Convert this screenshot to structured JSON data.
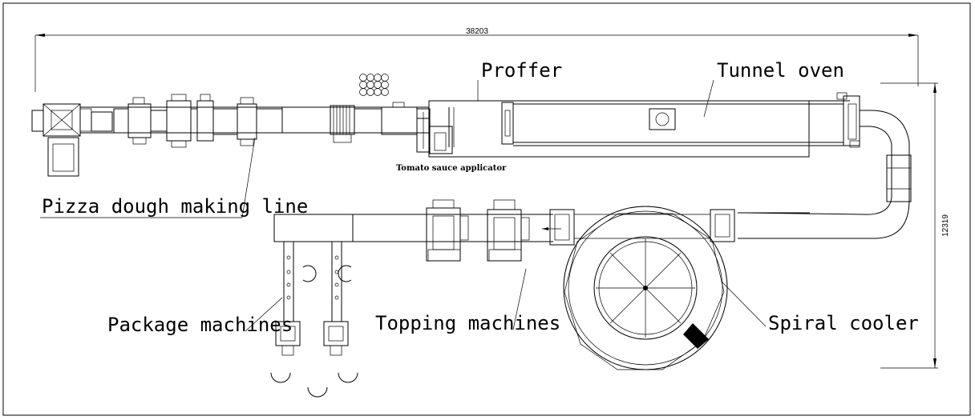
{
  "dimensions": {
    "length": "38203",
    "width": "12319"
  },
  "labels": {
    "proffer": "Proffer",
    "tunnel_oven": "Tunnel oven",
    "tomato_sauce_applicator": "Tomato sauce applicator",
    "pizza_dough_making_line": "Pizza dough making line",
    "package_machines": "Package machines",
    "topping_machines": "Topping machines",
    "spiral_cooler": "Spiral cooler"
  }
}
